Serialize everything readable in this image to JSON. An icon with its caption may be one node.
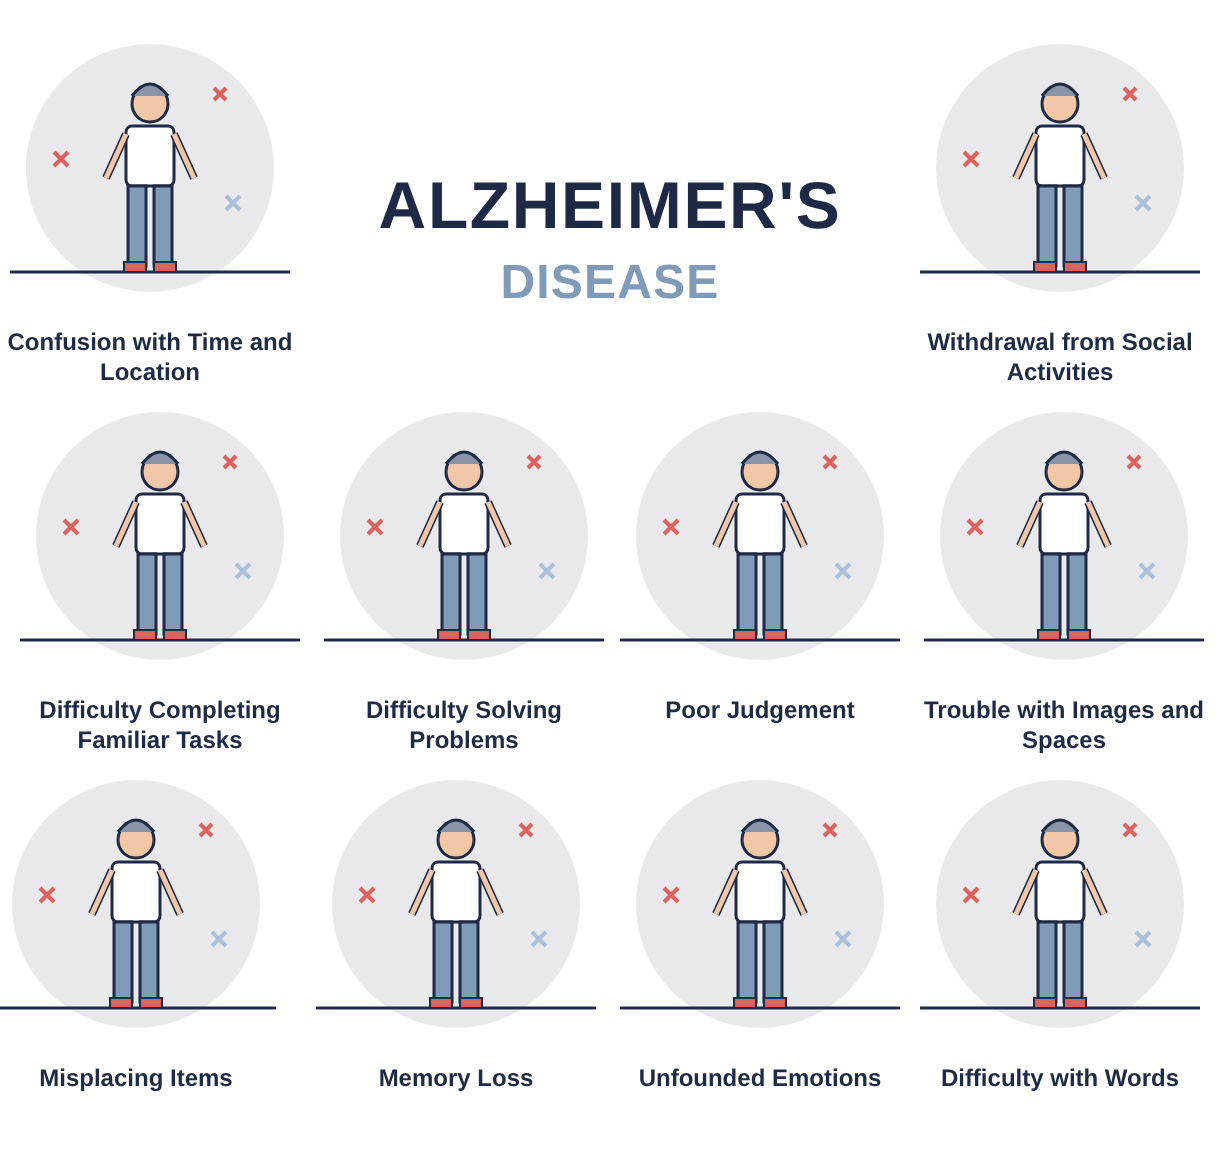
{
  "diagram": {
    "title": "ALZHEIMER'S",
    "labels": [
      "DISEASE",
      "Confusion with Time and Location",
      "Withdrawal from Social Activities",
      "Difficulty Completing Familiar Tasks",
      "Difficulty Solving Problems",
      "Poor Judgement",
      "Trouble with Images and Spaces",
      "Misplacing Items",
      "Memory Loss",
      "Unfounded Emotions",
      "Difficulty with Words"
    ]
  }
}
